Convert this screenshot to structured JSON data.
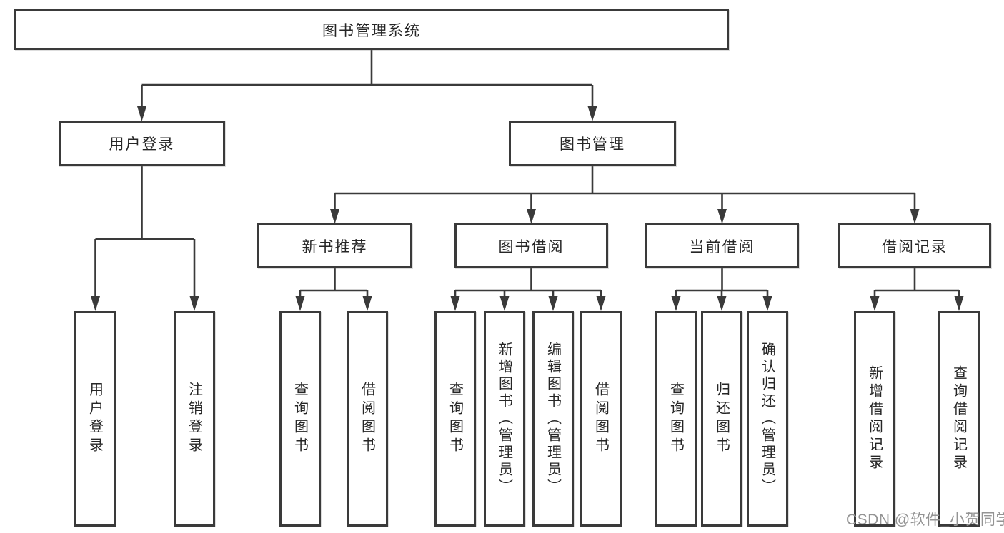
{
  "diagram": {
    "title_node": "图书管理系统",
    "level2": {
      "userLogin": "用户登录",
      "bookMgmt": "图书管理"
    },
    "level3": {
      "newBooks": "新书推荐",
      "bookBorrow": "图书借阅",
      "currentBorrow": "当前借阅",
      "borrowRecords": "借阅记录"
    },
    "level4": {
      "userLogin": "用户登录",
      "logout": "注销登录",
      "nbQueryBooks": "查询图书",
      "nbBorrowBooks": "借阅图书",
      "bbQueryBooks": "查询图书",
      "bbAddBooks": "新增图书（管理员）",
      "bbEditBooks": "编辑图书（管理员）",
      "bbBorrowBooks": "借阅图书",
      "cbQueryBooks": "查询图书",
      "cbReturnBooks": "归还图书",
      "cbConfirmReturn": "确认归还（管理员）",
      "brAddRecord": "新增借阅记录",
      "brQueryRecord": "查询借阅记录"
    },
    "watermark": "CSDN @软件_小贺同学",
    "colors": {
      "line": "#3a3a3a",
      "text": "#262626",
      "watermark_text": "#949494",
      "background": "#ffffff"
    }
  }
}
